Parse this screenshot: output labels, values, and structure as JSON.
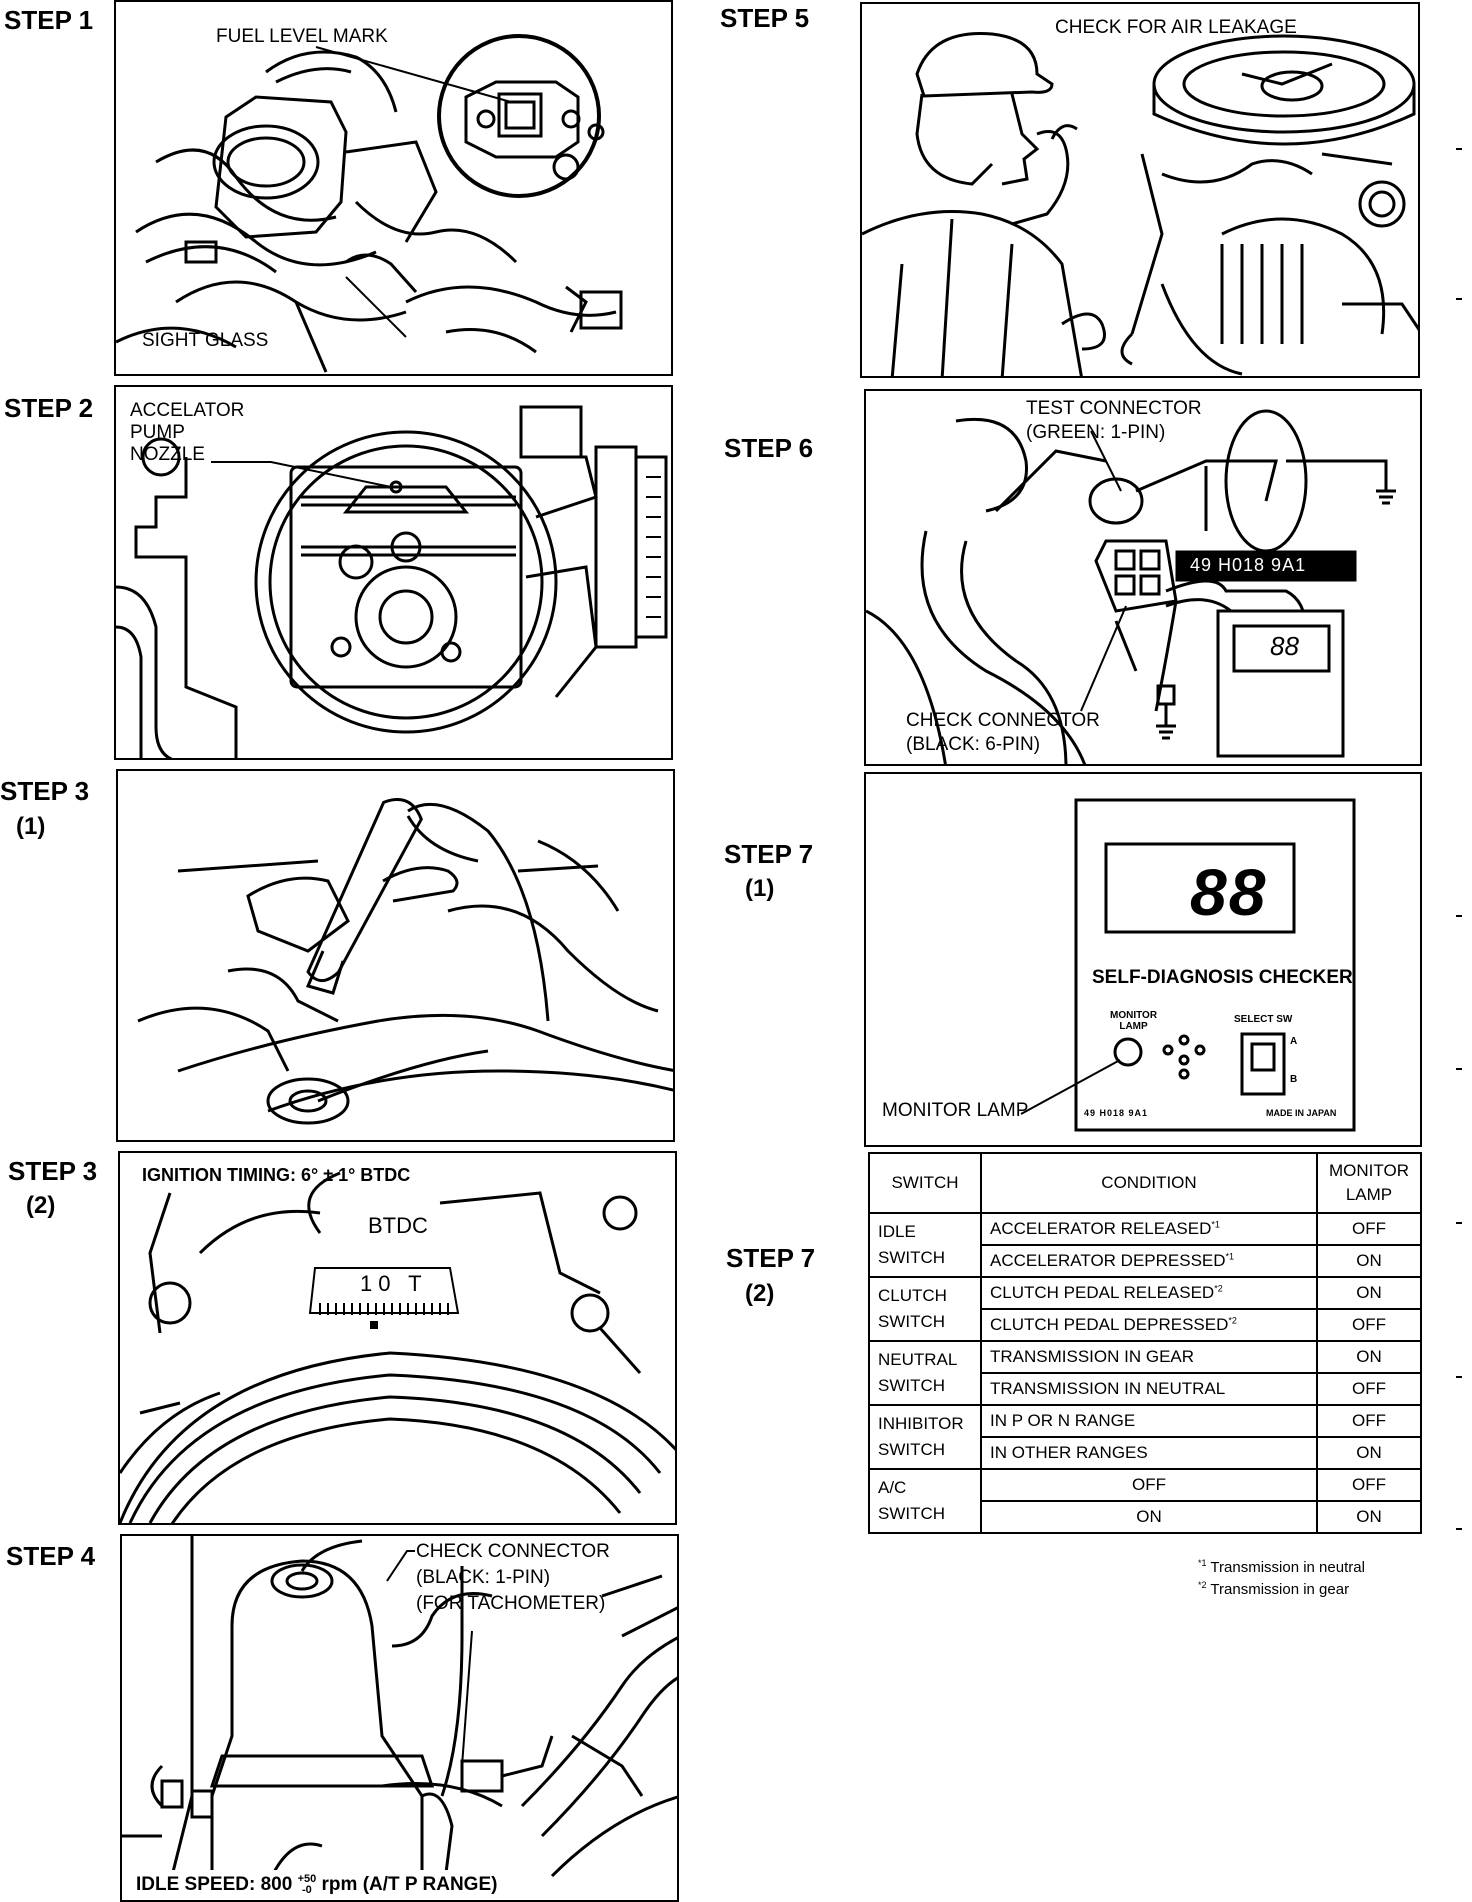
{
  "steps": {
    "s1": "STEP 1",
    "s2": "STEP 2",
    "s3": "STEP 3",
    "s3_1": "(1)",
    "s3b": "STEP 3",
    "s3_2": "(2)",
    "s4": "STEP 4",
    "s5": "STEP 5",
    "s6": "STEP 6",
    "s7": "STEP 7",
    "s7_1": "(1)",
    "s7b": "STEP 7",
    "s7_2": "(2)"
  },
  "step1": {
    "fuel_level_mark": "FUEL LEVEL MARK",
    "sight_glass": "SIGHT GLASS"
  },
  "step2": {
    "line1": "ACCELATOR",
    "line2": "PUMP",
    "line3": "NOZZLE"
  },
  "step3b": {
    "ignition_timing": "IGNITION TIMING: 6° ± 1° BTDC",
    "btdc": "BTDC",
    "scale": "10 T"
  },
  "step4": {
    "line1": "CHECK CONNECTOR",
    "line2": "(BLACK: 1-PIN)",
    "line3": "(FOR TACHOMETER)",
    "idle_prefix": "IDLE SPEED: 800",
    "tol_plus": "+50",
    "tol_minus": "-0",
    "idle_suffix": "rpm (A/T P RANGE)"
  },
  "step5": {
    "title": "CHECK FOR AIR LEAKAGE"
  },
  "step6": {
    "test_line1": "TEST CONNECTOR",
    "test_line2": "(GREEN: 1-PIN)",
    "part_no": "49 H018 9A1",
    "check_line1": "CHECK CONNECTOR",
    "check_line2": "(BLACK: 6-PIN)",
    "display": "88"
  },
  "step7": {
    "display": "88",
    "checker": "SELF-DIAGNOSIS CHECKER",
    "monitor_small": "MONITOR",
    "lamp_small": "LAMP",
    "select_sw": "SELECT SW",
    "sw_a": "A",
    "sw_b": "B",
    "part_small": "49 H018 9A1",
    "made_in": "MADE IN JAPAN",
    "monitor_lamp": "MONITOR LAMP"
  },
  "table": {
    "head_switch": "SWITCH",
    "head_condition": "CONDITION",
    "head_monitor1": "MONITOR",
    "head_monitor2": "LAMP",
    "groups": [
      {
        "sw1": "IDLE",
        "sw2": "SWITCH",
        "rows": [
          {
            "cond": "ACCELERATOR RELEASED",
            "sup": "*1",
            "lamp": "OFF"
          },
          {
            "cond": "ACCELERATOR DEPRESSED",
            "sup": "*1",
            "lamp": "ON"
          }
        ]
      },
      {
        "sw1": "CLUTCH",
        "sw2": "SWITCH",
        "rows": [
          {
            "cond": "CLUTCH PEDAL RELEASED",
            "sup": "*2",
            "lamp": "ON"
          },
          {
            "cond": "CLUTCH PEDAL DEPRESSED",
            "sup": "*2",
            "lamp": "OFF"
          }
        ]
      },
      {
        "sw1": "NEUTRAL",
        "sw2": "SWITCH",
        "rows": [
          {
            "cond": "TRANSMISSION IN GEAR",
            "sup": "",
            "lamp": "ON"
          },
          {
            "cond": "TRANSMISSION IN NEUTRAL",
            "sup": "",
            "lamp": "OFF"
          }
        ]
      },
      {
        "sw1": "INHIBITOR",
        "sw2": "SWITCH",
        "rows": [
          {
            "cond": "IN P OR N RANGE",
            "sup": "",
            "lamp": "OFF"
          },
          {
            "cond": "IN OTHER RANGES",
            "sup": "",
            "lamp": "ON"
          }
        ]
      },
      {
        "sw1": "A/C",
        "sw2": "SWITCH",
        "rows": [
          {
            "cond": "OFF",
            "sup": "",
            "lamp": "OFF"
          },
          {
            "cond": "ON",
            "sup": "",
            "lamp": "ON"
          }
        ]
      }
    ],
    "foot1_mark": "*1",
    "foot1": "Transmission in neutral",
    "foot2_mark": "*2",
    "foot2": "Transmission in gear"
  }
}
